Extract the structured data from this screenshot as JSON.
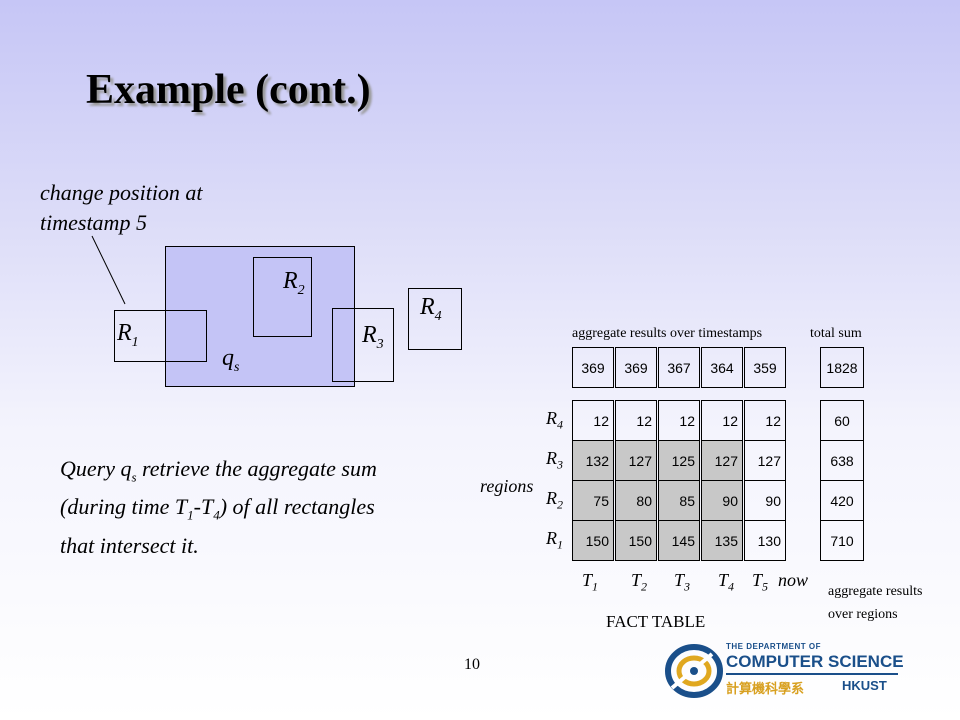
{
  "title": "Example (cont.)",
  "annotation": [
    "change position at",
    "timestamp 5"
  ],
  "diagram": {
    "rects": [
      {
        "name": "R",
        "sub": "1"
      },
      {
        "name": "R",
        "sub": "2"
      },
      {
        "name": "R",
        "sub": "3"
      },
      {
        "name": "R",
        "sub": "4"
      }
    ],
    "query": {
      "name": "q",
      "sub": "s"
    }
  },
  "query_text": {
    "l1a": "Query q",
    "l1sub": "s",
    "l1b": " retrieve the aggregate sum",
    "l2a": "(during time T",
    "l2sub1": "1",
    "l2b": "-T",
    "l2sub2": "4",
    "l2c": ") of all rectangles",
    "l3": "that intersect it."
  },
  "fact_table": {
    "header_time": "aggregate results over timestamps",
    "header_total": "total sum",
    "row_axis_label": "regions",
    "caption": "FACT TABLE",
    "aggregate_caption": [
      "aggregate results",
      "over regions"
    ],
    "timestamp_totals": [
      "369",
      "369",
      "367",
      "364",
      "359"
    ],
    "grand_total": "1828",
    "rows": [
      {
        "label": "R",
        "sub": "4",
        "values": [
          "12",
          "12",
          "12",
          "12",
          "12"
        ],
        "total": "60"
      },
      {
        "label": "R",
        "sub": "3",
        "values": [
          "132",
          "127",
          "125",
          "127",
          "127"
        ],
        "total": "638"
      },
      {
        "label": "R",
        "sub": "2",
        "values": [
          "75",
          "80",
          "85",
          "90",
          "90"
        ],
        "total": "420"
      },
      {
        "label": "R",
        "sub": "1",
        "values": [
          "150",
          "150",
          "145",
          "135",
          "130"
        ],
        "total": "710"
      }
    ],
    "times": [
      {
        "label": "T",
        "sub": "1"
      },
      {
        "label": "T",
        "sub": "2"
      },
      {
        "label": "T",
        "sub": "3"
      },
      {
        "label": "T",
        "sub": "4"
      },
      {
        "label": "T",
        "sub": "5"
      }
    ],
    "now_label": "now"
  },
  "page_number": "10",
  "logo": {
    "line1": "THE DEPARTMENT OF",
    "line2": "COMPUTER SCIENCE",
    "line3": "計算機科學系",
    "line4": "HKUST"
  }
}
